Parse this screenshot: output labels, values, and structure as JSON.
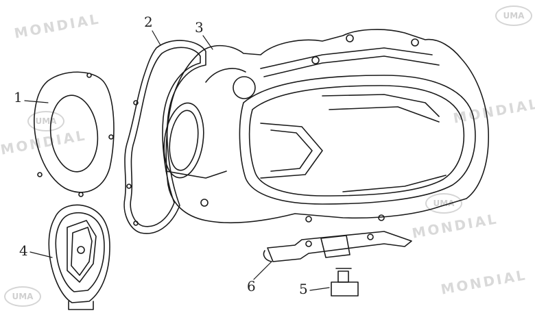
{
  "watermark": {
    "brand": "MONDIAL",
    "logo": "UMA"
  },
  "callouts": [
    {
      "id": "1",
      "label": "1"
    },
    {
      "id": "2",
      "label": "2"
    },
    {
      "id": "3",
      "label": "3"
    },
    {
      "id": "4",
      "label": "4"
    },
    {
      "id": "5",
      "label": "5"
    },
    {
      "id": "6",
      "label": "6"
    }
  ]
}
